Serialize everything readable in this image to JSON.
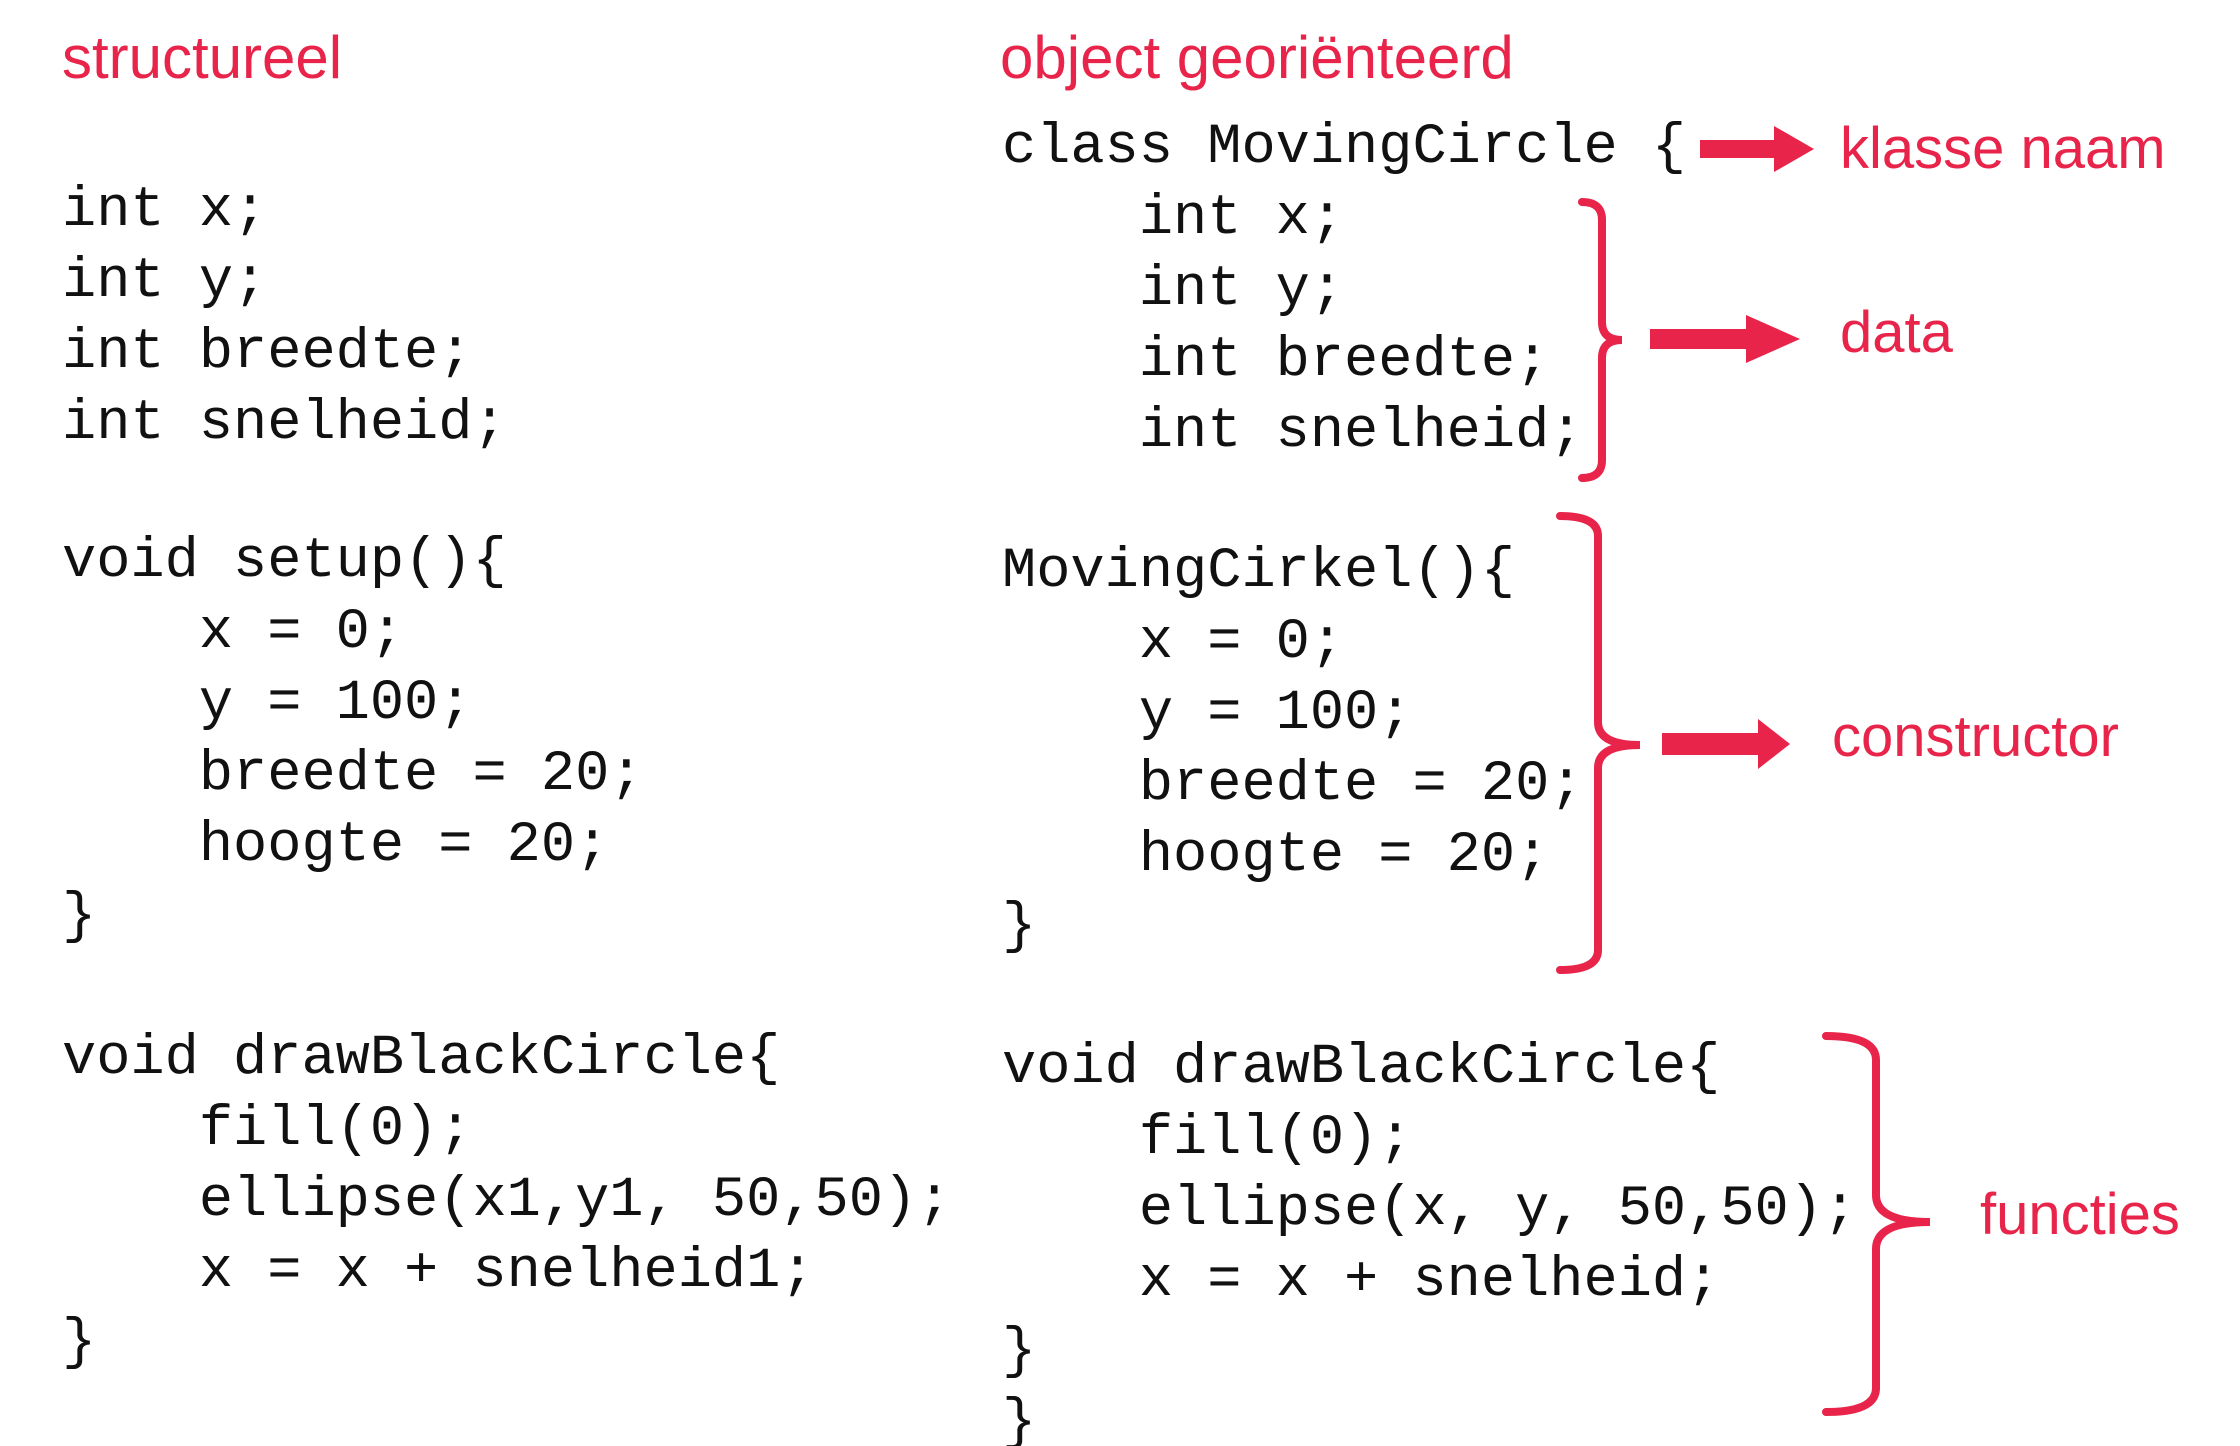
{
  "headings": {
    "left": "structureel",
    "right": "object georiënteerd"
  },
  "labels": {
    "class_name": "klasse naam",
    "data": "data",
    "constructor": "constructor",
    "functions": "functies"
  },
  "accent_color": "#e8244a",
  "left_code": {
    "fields": [
      "int x;",
      "int y;",
      "int breedte;",
      "int snelheid;"
    ],
    "setup": [
      "void setup(){",
      "    x = 0;",
      "    y = 100;",
      "    breedte = 20;",
      "    hoogte = 20;",
      "}"
    ],
    "draw": [
      "void drawBlackCircle{",
      "    fill(0);",
      "    ellipse(x1,y1, 50,50);",
      "    x = x + snelheid1;",
      "}"
    ]
  },
  "right_code": {
    "class_header": [
      "class MovingCircle {"
    ],
    "fields": [
      "    int x;",
      "    int y;",
      "    int breedte;",
      "    int snelheid;"
    ],
    "constructor": [
      "MovingCirkel(){",
      "    x = 0;",
      "    y = 100;",
      "    breedte = 20;",
      "    hoogte = 20;",
      "}"
    ],
    "draw": [
      "void drawBlackCircle{",
      "    fill(0);",
      "    ellipse(x, y, 50,50);",
      "    x = x + snelheid;",
      "}",
      "}"
    ]
  }
}
